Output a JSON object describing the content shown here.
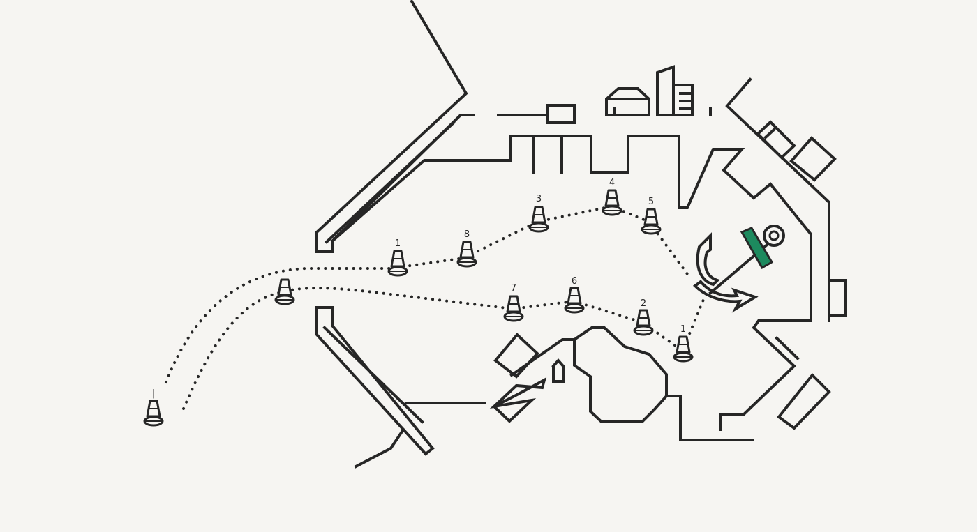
{
  "colors": {
    "background": "#f6f5f2",
    "line": "#262626",
    "anchor_accent": "#1d8a5e"
  },
  "icons": [
    "buoy-icon",
    "anchor-icon"
  ],
  "buoys": {
    "outer_marker": "|",
    "north_route": [
      "1",
      "8",
      "3",
      "4",
      "5"
    ],
    "south_route": [
      "7",
      "6",
      "2",
      "1"
    ]
  }
}
